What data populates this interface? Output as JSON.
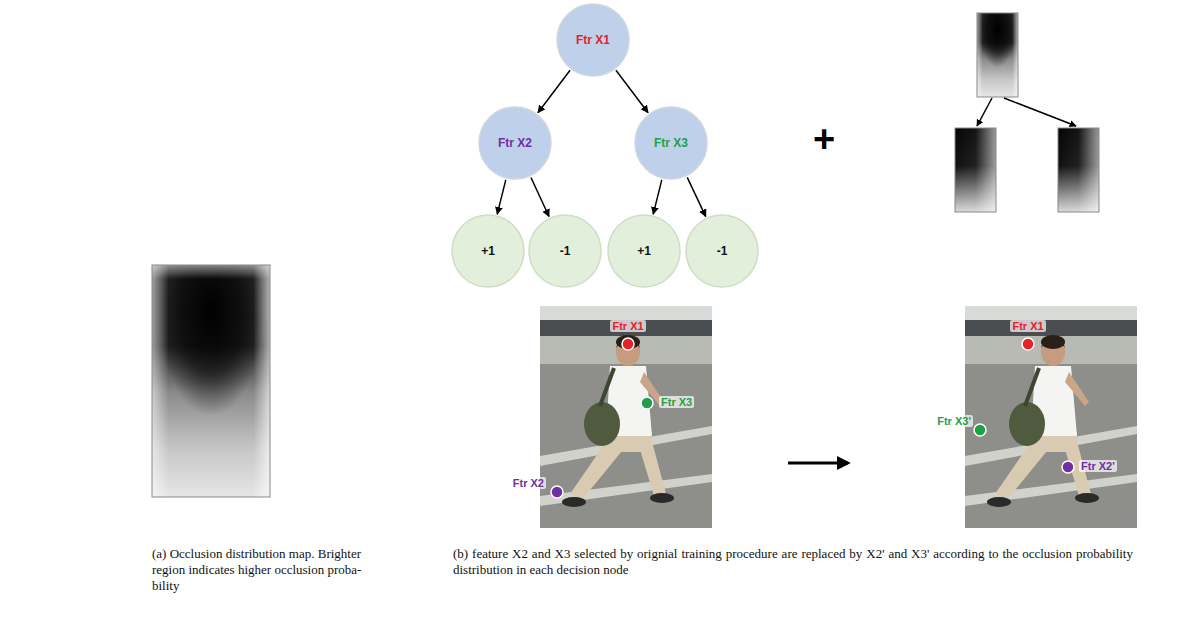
{
  "diagram": {
    "nodes": [
      {
        "text": [
          "Ftr X1"
        ]
      },
      {
        "text": [
          "Ftr X2"
        ]
      },
      {
        "text": [
          "Ftr X3"
        ]
      },
      {
        "text": [
          "+1"
        ]
      },
      {
        "text": [
          "-1"
        ]
      },
      {
        "text": [
          "+1"
        ]
      },
      {
        "text": [
          "-1"
        ]
      }
    ],
    "edges": [
      {
        "from": 0,
        "to": 1,
        "arrow": "to"
      },
      {
        "from": 0,
        "to": 2,
        "arrow": "to"
      },
      {
        "from": 1,
        "to": 3,
        "arrow": "to"
      },
      {
        "from": 1,
        "to": 4,
        "arrow": "to"
      },
      {
        "from": 2,
        "to": 5,
        "arrow": "to"
      },
      {
        "from": 2,
        "to": 6,
        "arrow": "to"
      }
    ],
    "labels": [
      "+",
      "Ftr X1",
      "Ftr X3",
      "Ftr X2",
      "Ftr X1",
      "Ftr X3'",
      "Ftr X2'",
      "(a) Occlusion distribution map. Brighter region indicates higher occlusion proba- bility",
      "(b) feature X2 and X3 selected by orignial training procedure are replaced by X2' and X3' according to the occlusion probability distribution in each decision node"
    ]
  }
}
